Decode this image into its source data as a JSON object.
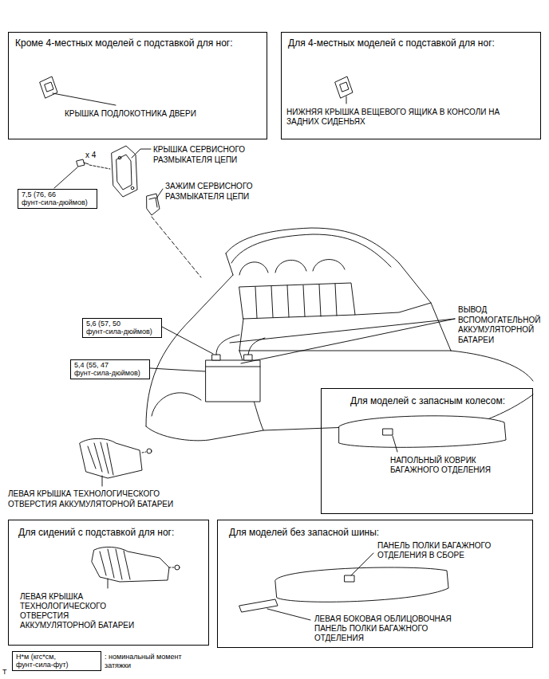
{
  "diagram": {
    "nodes": [
      {
        "text": [
          "Кроме 4-местных моделей с подставкой для ног:",
          "КРЫШКА ПОДЛОКОТНИКА ДВЕРИ"
        ]
      },
      {
        "text": [
          "Для 4-местных моделей с подставкой для ног:",
          "НИЖНЯЯ КРЫШКА ВЕЩЕВОГО ЯЩИКА В КОНСОЛИ НА ЗАДНИХ СИДЕНЬЯХ"
        ]
      },
      {
        "text": [
          "7,5 (76, 66 фунт-сила-дюймов)"
        ]
      },
      {
        "text": [
          "5,6 (57, 50 фунт-сила-дюймов)"
        ]
      },
      {
        "text": [
          "5,4 (55, 47 фунт-сила-дюймов)"
        ]
      },
      {
        "text": [
          "Для моделей с запасным колесом:",
          "НАПОЛЬНЫЙ КОВРИК БАГАЖНОГО ОТДЕЛЕНИЯ"
        ]
      },
      {
        "text": [
          "Для сидений с подставкой для ног:",
          "ЛЕВАЯ КРЫШКА ТЕХНОЛОГИЧЕСКОГО ОТВЕРСТИЯ АККУМУЛЯТОРНОЙ БАТАРЕИ"
        ]
      },
      {
        "text": [
          "Для моделей без запасной шины:",
          "ПАНЕЛЬ ПОЛКИ БАГАЖНОГО ОТДЕЛЕНИЯ В СБОРЕ",
          "ЛЕВАЯ БОКОВАЯ ОБЛИЦОВОЧНАЯ ПАНЕЛЬ ПОЛКИ БАГАЖНОГО ОТДЕЛЕНИЯ"
        ]
      },
      {
        "text": [
          "Н*м (кгс*см, фунт-сила-фут)"
        ]
      }
    ],
    "labels": [
      "x 4",
      "КРЫШКА СЕРВИСНОГО РАЗМЫКАТЕЛЯ ЦЕПИ",
      "ЗАЖИМ СЕРВИСНОГО РАЗМЫКАТЕЛЯ ЦЕПИ",
      "ВЫВОД ВСПОМОГАТЕЛЬНОЙ АККУМУЛЯТОРНОЙ БАТАРЕИ",
      "ЛЕВАЯ КРЫШКА ТЕХНОЛОГИЧЕСКОГО ОТВЕРСТИЯ АККУМУЛЯТОРНОЙ БАТАРЕИ",
      ": номинальный момент затяжки",
      "T"
    ]
  }
}
